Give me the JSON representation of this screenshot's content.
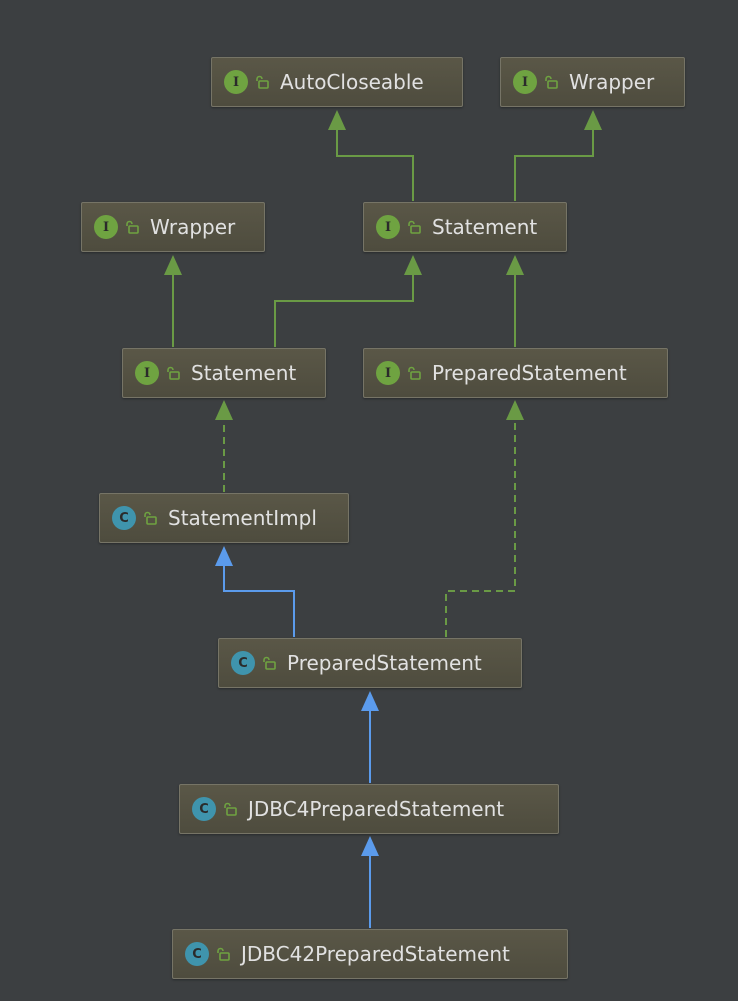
{
  "colors": {
    "background": "#3c3f41",
    "interface_badge": "#6fa341",
    "class_badge": "#3f94ad",
    "interface_edge": "#6a9a45",
    "class_edge": "#5b9bec",
    "node_fill": "#55523f",
    "node_border": "#767466",
    "lock_icon": "#6fa341"
  },
  "nodes": {
    "autocloseable": {
      "badge": "I",
      "name": "AutoCloseable",
      "kind": "interface"
    },
    "wrapper_top": {
      "badge": "I",
      "name": "Wrapper",
      "kind": "interface"
    },
    "wrapper_left": {
      "badge": "I",
      "name": "Wrapper",
      "kind": "interface"
    },
    "statement_java": {
      "badge": "I",
      "name": "Statement",
      "kind": "interface"
    },
    "statement_jdbc": {
      "badge": "I",
      "name": "Statement",
      "kind": "interface"
    },
    "preparedstatement_java": {
      "badge": "I",
      "name": "PreparedStatement",
      "kind": "interface"
    },
    "statementimpl": {
      "badge": "C",
      "name": "StatementImpl",
      "kind": "class"
    },
    "preparedstatement_class": {
      "badge": "C",
      "name": "PreparedStatement",
      "kind": "class"
    },
    "jdbc4preparedstatement": {
      "badge": "C",
      "name": "JDBC4PreparedStatement",
      "kind": "class"
    },
    "jdbc42preparedstatement": {
      "badge": "C",
      "name": "JDBC42PreparedStatement",
      "kind": "class"
    }
  },
  "icons": {
    "interface": "interface-badge-icon",
    "class": "class-badge-icon",
    "visibility": "lock-icon",
    "arrow": "inheritance-arrowhead-icon"
  }
}
